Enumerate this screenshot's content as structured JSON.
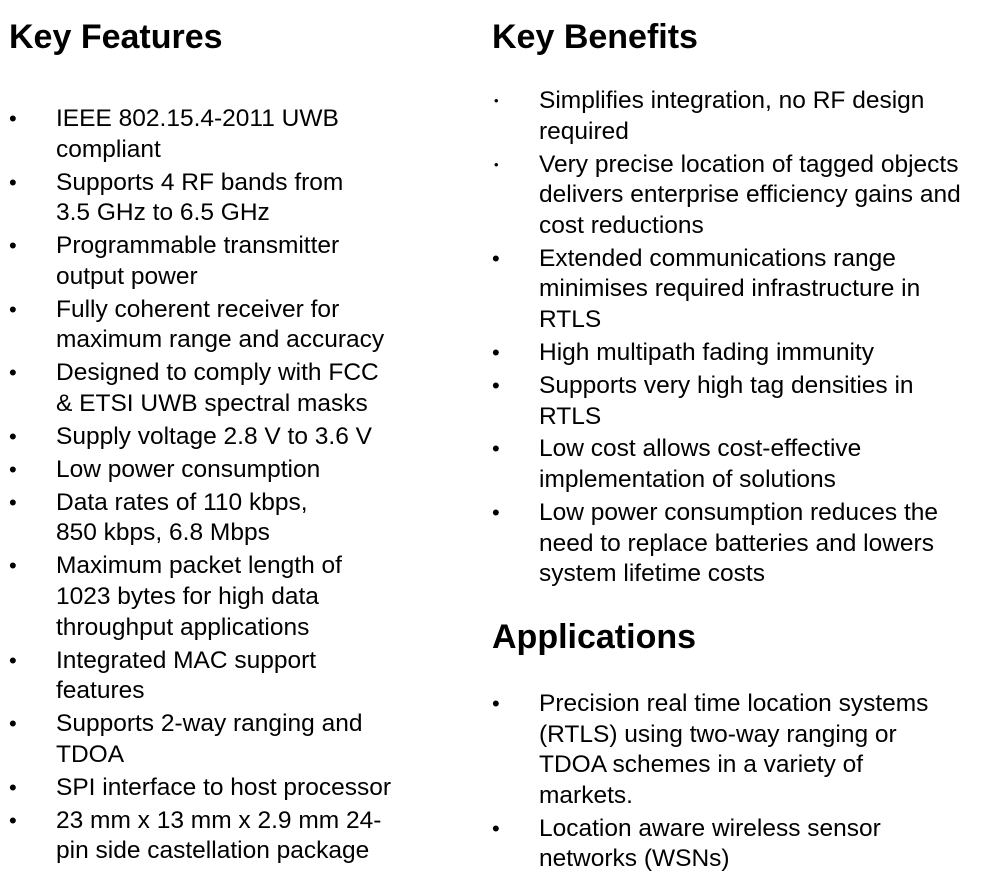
{
  "features": {
    "title": "Key Features",
    "items": [
      [
        "IEEE 802.15.4-2011 UWB",
        "compliant"
      ],
      [
        "Supports 4 RF bands from",
        "3.5 GHz to 6.5 GHz"
      ],
      [
        "Programmable transmitter",
        "output power"
      ],
      [
        "Fully coherent receiver for",
        "maximum range and accuracy"
      ],
      [
        "Designed to comply with FCC",
        "& ETSI UWB spectral masks"
      ],
      [
        "Supply voltage 2.8 V to 3.6 V"
      ],
      [
        "Low power consumption"
      ],
      [
        "Data rates of 110 kbps,",
        "850 kbps, 6.8 Mbps"
      ],
      [
        "Maximum packet length of",
        "1023 bytes for  high data",
        "throughput applications"
      ],
      [
        "Integrated MAC support",
        "features"
      ],
      [
        "Supports 2-way ranging and",
        "TDOA"
      ],
      [
        "SPI interface to host processor"
      ],
      [
        "23 mm x 13 mm x 2.9 mm 24-",
        "pin side castellation package"
      ]
    ]
  },
  "benefits": {
    "title": "Key Benefits",
    "items": [
      [
        "Simplifies integration, no RF design",
        "required"
      ],
      [
        "Very precise location of tagged objects",
        "delivers enterprise efficiency gains and",
        "cost reductions"
      ],
      [
        "Extended communications range",
        "minimises required infrastructure in",
        "RTLS"
      ],
      [
        "High multipath fading immunity"
      ],
      [
        "Supports very high tag densities in",
        "RTLS"
      ],
      [
        "Low cost allows cost-effective",
        "implementation of solutions"
      ],
      [
        "Low power consumption reduces the",
        "need to replace batteries and lowers",
        "system lifetime costs"
      ]
    ]
  },
  "applications": {
    "title": "Applications",
    "items": [
      [
        "Precision real time location systems",
        "(RTLS) using two-way ranging or",
        "TDOA schemes in a variety of",
        "markets."
      ],
      [
        "Location aware wireless sensor",
        "networks (WSNs)"
      ]
    ]
  },
  "bullet_glyph": "•"
}
